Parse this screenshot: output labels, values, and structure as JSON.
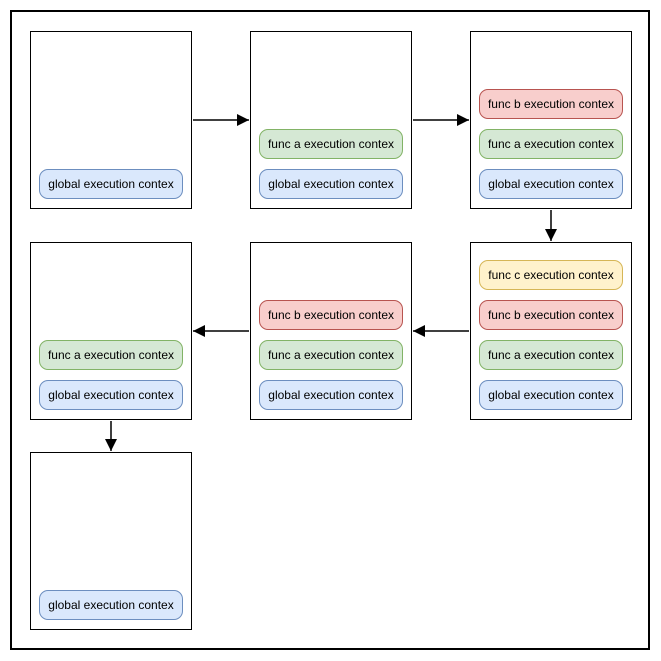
{
  "diagram": {
    "palette": {
      "blue": {
        "fill": "#dae8fc",
        "stroke": "#6c8ebf"
      },
      "green": {
        "fill": "#d5e8d4",
        "stroke": "#82b366"
      },
      "red": {
        "fill": "#f8cecc",
        "stroke": "#b85450"
      },
      "yellow": {
        "fill": "#fff2cc",
        "stroke": "#d6b656"
      },
      "box_stroke": "#000000",
      "background": "#ffffff",
      "text": "#000000"
    },
    "boxes": [
      {
        "id": "step-1",
        "stack": [
          {
            "label": "global execution contex",
            "color": "blue"
          }
        ]
      },
      {
        "id": "step-2",
        "stack": [
          {
            "label": "func a execution contex",
            "color": "green"
          },
          {
            "label": "global execution contex",
            "color": "blue"
          }
        ]
      },
      {
        "id": "step-3",
        "stack": [
          {
            "label": "func b execution contex",
            "color": "red"
          },
          {
            "label": "func a execution contex",
            "color": "green"
          },
          {
            "label": "global execution contex",
            "color": "blue"
          }
        ]
      },
      {
        "id": "step-4",
        "stack": [
          {
            "label": "func c execution contex",
            "color": "yellow"
          },
          {
            "label": "func b execution contex",
            "color": "red"
          },
          {
            "label": "func a execution contex",
            "color": "green"
          },
          {
            "label": "global execution contex",
            "color": "blue"
          }
        ]
      },
      {
        "id": "step-5",
        "stack": [
          {
            "label": "func b execution contex",
            "color": "red"
          },
          {
            "label": "func a execution contex",
            "color": "green"
          },
          {
            "label": "global execution contex",
            "color": "blue"
          }
        ]
      },
      {
        "id": "step-6",
        "stack": [
          {
            "label": "func a execution contex",
            "color": "green"
          },
          {
            "label": "global execution contex",
            "color": "blue"
          }
        ]
      },
      {
        "id": "step-7",
        "stack": [
          {
            "label": "global execution contex",
            "color": "blue"
          }
        ]
      }
    ],
    "flow": [
      {
        "from": "step-1",
        "to": "step-2",
        "direction": "right"
      },
      {
        "from": "step-2",
        "to": "step-3",
        "direction": "right"
      },
      {
        "from": "step-3",
        "to": "step-4",
        "direction": "down"
      },
      {
        "from": "step-4",
        "to": "step-5",
        "direction": "left"
      },
      {
        "from": "step-5",
        "to": "step-6",
        "direction": "left"
      },
      {
        "from": "step-6",
        "to": "step-7",
        "direction": "down"
      }
    ]
  }
}
